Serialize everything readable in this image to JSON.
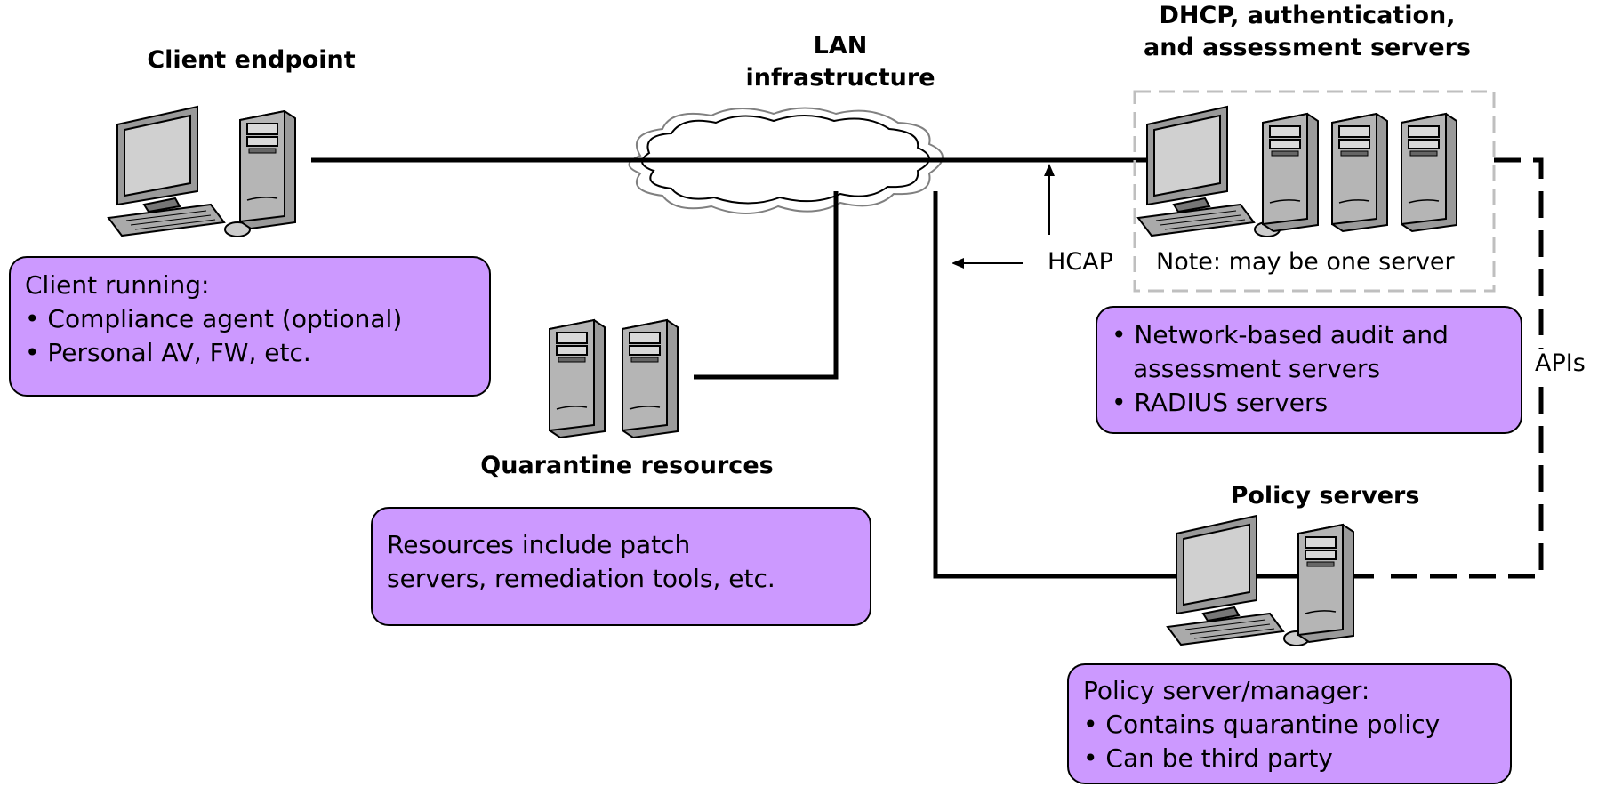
{
  "titles": {
    "client_endpoint": "Client endpoint",
    "lan": [
      "LAN",
      "infrastructure"
    ],
    "servers": [
      "DHCP, authentication,",
      "and assessment servers"
    ],
    "quarantine": "Quarantine resources",
    "policy": "Policy servers"
  },
  "labels": {
    "hcap": "HCAP",
    "note": "Note: may be one server",
    "apis": "APIs"
  },
  "boxes": {
    "client": {
      "heading": "Client running:",
      "items": [
        "Compliance agent (optional)",
        "Personal AV, FW, etc."
      ]
    },
    "audit": {
      "items": [
        "Network-based audit and",
        "assessment servers",
        "RADIUS servers"
      ]
    },
    "quarantine": {
      "lines": [
        "Resources include patch",
        "servers, remediation tools, etc."
      ]
    },
    "policy": {
      "heading": "Policy server/manager:",
      "items": [
        "Contains quarantine policy",
        "Can be third party"
      ]
    }
  },
  "colors": {
    "box_fill": "#cc99ff",
    "note_border": "#bfbfbf"
  }
}
